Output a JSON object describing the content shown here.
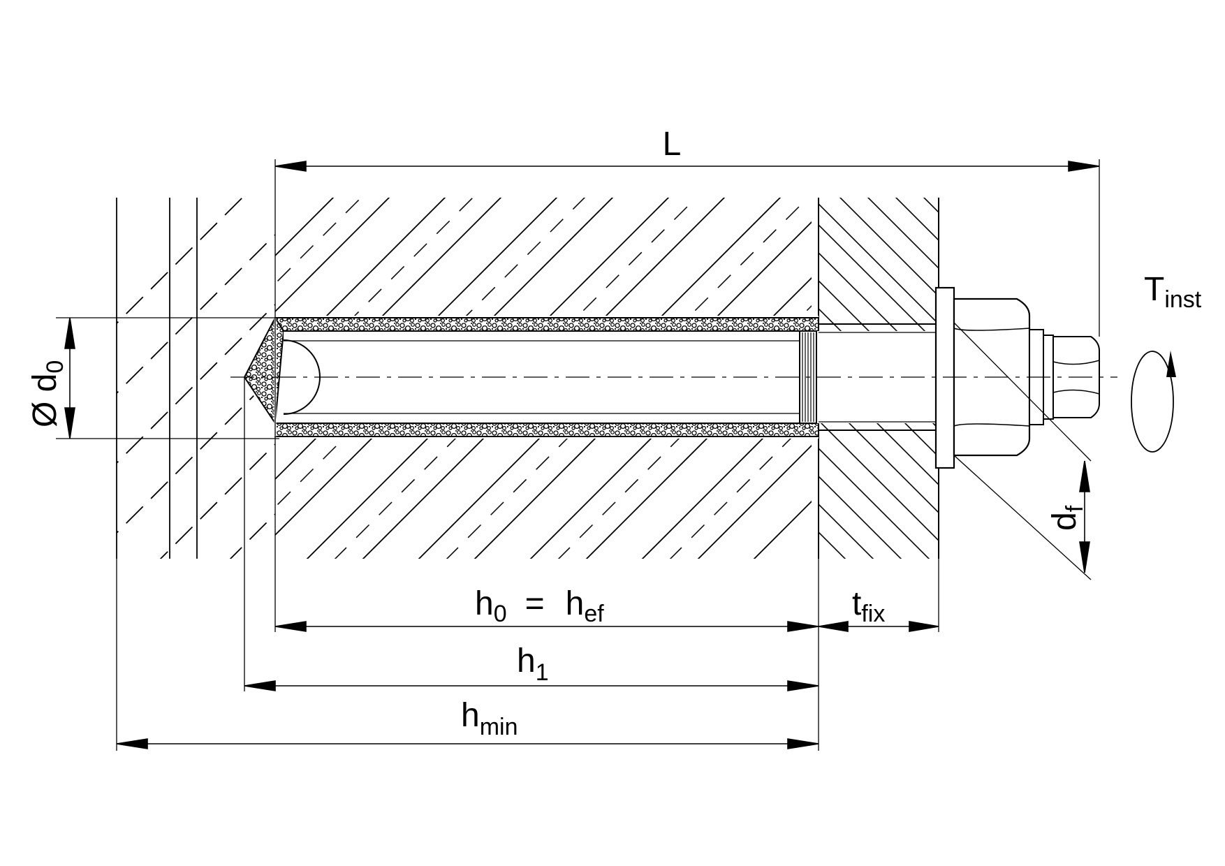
{
  "labels": {
    "L": "L",
    "d0_symbol": "Ø d",
    "d0_sub": "0",
    "h0": "h",
    "h0_sub": "0",
    "equals": "=",
    "hef": "h",
    "hef_sub": "ef",
    "tfix": "t",
    "tfix_sub": "fix",
    "h1": "h",
    "h1_sub": "1",
    "hmin": "h",
    "hmin_sub": "min",
    "df": "d",
    "df_sub": "f",
    "tinst": "T",
    "tinst_sub": "inst"
  }
}
